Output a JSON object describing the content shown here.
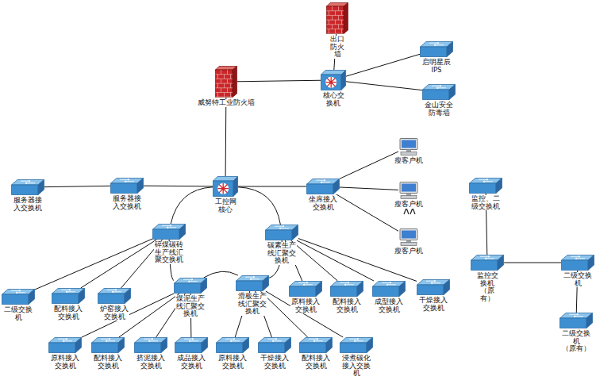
{
  "diagram": {
    "nodes": [
      {
        "text": [
          "出口 防火 墙"
        ]
      },
      {
        "text": [
          "核心交 换机"
        ]
      },
      {
        "text": [
          "威努特工业防火墙"
        ]
      },
      {
        "text": [
          "启明星辰 IPS"
        ]
      },
      {
        "text": [
          "金山安全 防毒墙"
        ]
      },
      {
        "text": [
          "工控网 核心"
        ]
      },
      {
        "text": [
          "服务器接 入交换机"
        ]
      },
      {
        "text": [
          "服务器接 入交换机"
        ]
      },
      {
        "text": [
          "坐席接入 交换机"
        ]
      },
      {
        "text": [
          "瘦客户机"
        ]
      },
      {
        "text": [
          "瘦客户机"
        ]
      },
      {
        "text": [
          "瘦客户机"
        ]
      },
      {
        "text": [
          "碎煤碳砖 生产线汇 聚交换机"
        ]
      },
      {
        "text": [
          "碳素生产 线汇聚交 换机"
        ]
      },
      {
        "text": [
          "二级交换 机"
        ]
      },
      {
        "text": [
          "配料接入 交换机"
        ]
      },
      {
        "text": [
          "炉窑接入 交换机"
        ]
      },
      {
        "text": [
          "煤泥生产 线汇聚交 换机"
        ]
      },
      {
        "text": [
          "滑板生产 线汇聚交 换机"
        ]
      },
      {
        "text": [
          "原料接入 交换机"
        ]
      },
      {
        "text": [
          "配料接入 交换机"
        ]
      },
      {
        "text": [
          "成型接入 交换机"
        ]
      },
      {
        "text": [
          "干燥接入 交换机"
        ]
      },
      {
        "text": [
          "原料接入 交换机"
        ]
      },
      {
        "text": [
          "配料接入 交换机"
        ]
      },
      {
        "text": [
          "挤泥接入 交换机"
        ]
      },
      {
        "text": [
          "成品接入 交换机"
        ]
      },
      {
        "text": [
          "原料接入 交换机"
        ]
      },
      {
        "text": [
          "干燥接入 交换机"
        ]
      },
      {
        "text": [
          "配料接入 交换机"
        ]
      },
      {
        "text": [
          "浸煮碳化 接入交换 机"
        ]
      },
      {
        "text": [
          "监控、二 级交换机"
        ]
      },
      {
        "text": [
          "监控交 换机（原 有）"
        ]
      },
      {
        "text": [
          "二级交换 机"
        ]
      },
      {
        "text": [
          "二级交换 机 （原有）"
        ]
      }
    ],
    "edges": [
      {
        "from": 0,
        "to": 1,
        "arrow": "none"
      },
      {
        "from": 1,
        "to": 3,
        "arrow": "none"
      },
      {
        "from": 1,
        "to": 4,
        "arrow": "none"
      },
      {
        "from": 1,
        "to": 2,
        "arrow": "none"
      },
      {
        "from": 2,
        "to": 5,
        "arrow": "none"
      },
      {
        "from": 5,
        "to": 7,
        "arrow": "none"
      },
      {
        "from": 7,
        "to": 6,
        "arrow": "none"
      },
      {
        "from": 5,
        "to": 8,
        "arrow": "none"
      },
      {
        "from": 8,
        "to": 9,
        "arrow": "none"
      },
      {
        "from": 8,
        "to": 10,
        "arrow": "none"
      },
      {
        "from": 8,
        "to": 11,
        "arrow": "none"
      },
      {
        "from": 5,
        "to": 12,
        "arrow": "none"
      },
      {
        "from": 5,
        "to": 13,
        "arrow": "none"
      },
      {
        "from": 12,
        "to": 14,
        "arrow": "none"
      },
      {
        "from": 12,
        "to": 15,
        "arrow": "none"
      },
      {
        "from": 12,
        "to": 16,
        "arrow": "none"
      },
      {
        "from": 12,
        "to": 17,
        "arrow": "none"
      },
      {
        "from": 17,
        "to": 18,
        "arrow": "none"
      },
      {
        "from": 13,
        "to": 18,
        "arrow": "none"
      },
      {
        "from": 13,
        "to": 19,
        "arrow": "none"
      },
      {
        "from": 13,
        "to": 20,
        "arrow": "none"
      },
      {
        "from": 13,
        "to": 21,
        "arrow": "none"
      },
      {
        "from": 13,
        "to": 22,
        "arrow": "none"
      },
      {
        "from": 17,
        "to": 23,
        "arrow": "none"
      },
      {
        "from": 17,
        "to": 24,
        "arrow": "none"
      },
      {
        "from": 17,
        "to": 25,
        "arrow": "none"
      },
      {
        "from": 17,
        "to": 26,
        "arrow": "none"
      },
      {
        "from": 18,
        "to": 27,
        "arrow": "none"
      },
      {
        "from": 18,
        "to": 28,
        "arrow": "none"
      },
      {
        "from": 18,
        "to": 29,
        "arrow": "none"
      },
      {
        "from": 18,
        "to": 30,
        "arrow": "none"
      },
      {
        "from": 31,
        "to": 32,
        "arrow": "none"
      },
      {
        "from": 32,
        "to": 33,
        "arrow": "none"
      },
      {
        "from": 33,
        "to": 34,
        "arrow": "none"
      }
    ]
  }
}
